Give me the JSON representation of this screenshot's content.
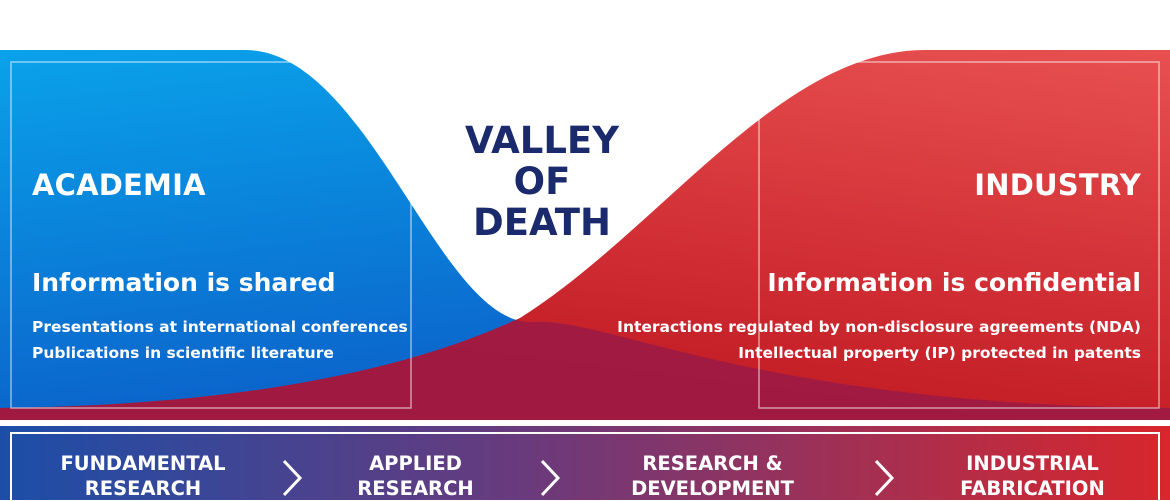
{
  "valley_title": [
    "VALLEY",
    "OF",
    "DEATH"
  ],
  "academia": {
    "title": "ACADEMIA",
    "subtitle": "Information is shared",
    "bullets": [
      "Presentations at international conferences",
      "Publications in scientific literature"
    ]
  },
  "industry": {
    "title": "INDUSTRY",
    "subtitle": "Information is confidential",
    "bullets": [
      "Interactions regulated by non-disclosure agreements (NDA)",
      "Intellectual property (IP) protected in patents"
    ]
  },
  "stages": [
    [
      "FUNDAMENTAL",
      "RESEARCH"
    ],
    [
      "APPLIED",
      "RESEARCH"
    ],
    [
      "RESEARCH &",
      "DEVELOPMENT"
    ],
    [
      "INDUSTRIAL",
      "FABRICATION"
    ]
  ],
  "colors": {
    "blue": "#0a8fe0",
    "blue_dark": "#0b5fc6",
    "red": "#e44848",
    "red_dark": "#c41a25",
    "overlap": "#9c1a45",
    "navy_text": "#1a2a6c",
    "bar_left": "#1f4fa8",
    "bar_right": "#d8262c"
  }
}
